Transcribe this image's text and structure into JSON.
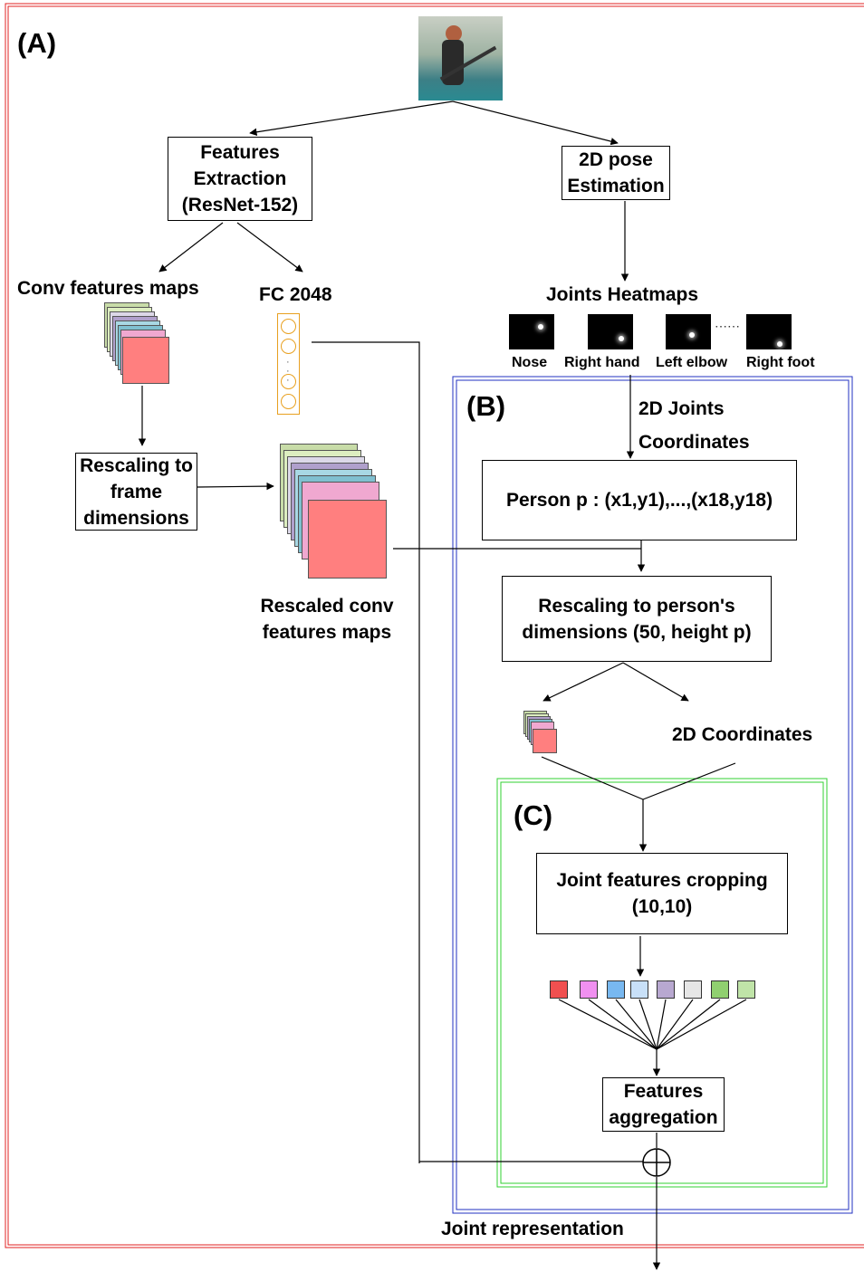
{
  "sections": {
    "a": "(A)",
    "b": "(B)",
    "c": "(C)"
  },
  "nodes": {
    "features_extraction": "Features Extraction (ResNet-152)",
    "pose_estimation": "2D pose Estimation",
    "conv_maps": "Conv features maps",
    "fc": "FC 2048",
    "joints_heatmaps": "Joints Heatmaps",
    "rescale_frame": "Rescaling to frame dimensions",
    "rescaled_maps": "Rescaled conv features maps",
    "joints_coords": "2D Joints Coordinates",
    "person": "Person p : (x1,y1),...,(x18,y18)",
    "rescale_person": "Rescaling to person's dimensions (50, height p)",
    "coords_2d": "2D Coordinates",
    "cropping": "Joint features cropping (10,10)",
    "aggregation": "Features aggregation",
    "joint_repr": "Joint representation",
    "plus": "⊕",
    "dots": "⋯⋯"
  },
  "heatmaps": [
    "Nose",
    "Right hand",
    "Left elbow",
    "Right foot"
  ],
  "colors": {
    "frame_a": "#e02020",
    "frame_b": "#2030c0",
    "frame_c": "#30d030",
    "vector": "#e8a020",
    "map_stack": [
      "#c8dca8",
      "#ddeec0",
      "#dcd8e8",
      "#b0a0cc",
      "#a8d8e4",
      "#80c0d0",
      "#f0a8d0",
      "#ff7f7f"
    ],
    "joint_squares": [
      "#f05050",
      "#f090f0",
      "#78b8f0",
      "#c8e0f8",
      "#b8a8d0",
      "#e6e6e6",
      "#90d070",
      "#c0e4a8"
    ]
  }
}
